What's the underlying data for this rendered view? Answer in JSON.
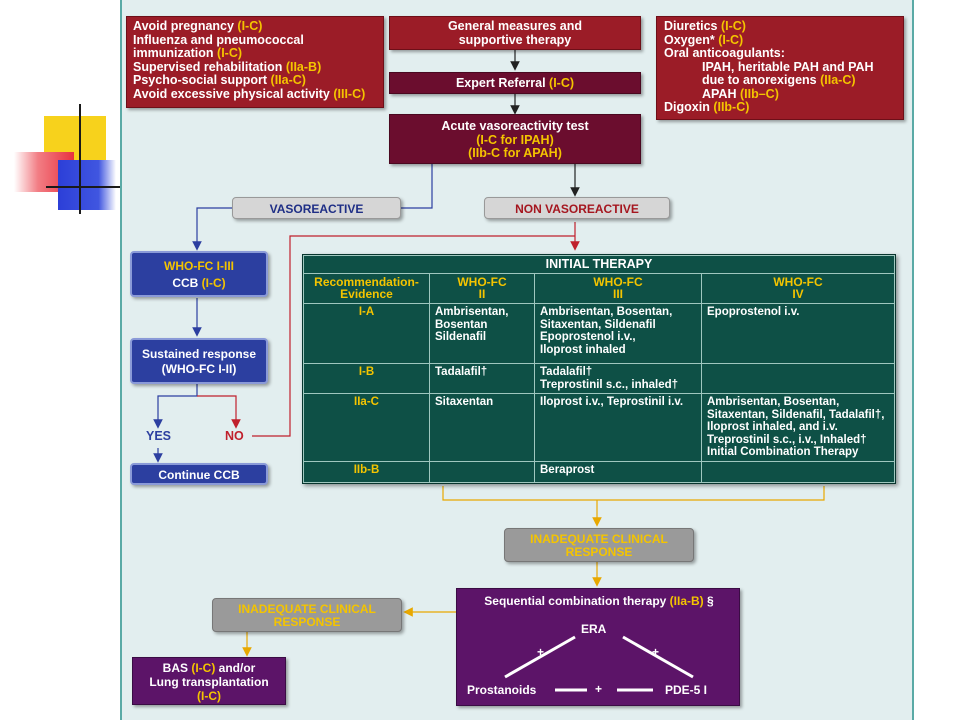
{
  "left_box": {
    "lines": [
      {
        "text": "Avoid pregnancy ",
        "level": "(I-C)"
      },
      {
        "text": "Influenza and pneumococcal",
        "level": ""
      },
      {
        "text": "immunization ",
        "level": "(I-C)"
      },
      {
        "text": "Supervised rehabilitation ",
        "level": "(IIa-B)"
      },
      {
        "text": "Psycho-social support ",
        "level": "(IIa-C)"
      },
      {
        "text": "Avoid excessive physical activity ",
        "level": "(III-C)"
      }
    ]
  },
  "center_top": {
    "line1": "General measures and",
    "line2": "supportive therapy"
  },
  "right_box": {
    "lines": [
      {
        "text": "Diuretics ",
        "level": "(I-C)"
      },
      {
        "text": "Oxygen* ",
        "level": "(I-C)"
      },
      {
        "text": "Oral anticoagulants:",
        "level": ""
      },
      {
        "text": "IPAH, heritable PAH and PAH",
        "level": ""
      },
      {
        "text": "due to anorexigens ",
        "level": "(IIa-C)"
      },
      {
        "text": "APAH ",
        "level": "(IIb–C)"
      },
      {
        "text": "Digoxin ",
        "level": "(IIb-C)"
      }
    ]
  },
  "expert_referral": {
    "text": "Expert Referral ",
    "level": "(I-C)"
  },
  "vasoreactivity": {
    "line1": "Acute vasoreactivity test",
    "line2": "(I-C for IPAH)",
    "line3": "(IIb-C for APAH)"
  },
  "vasoreactive_label": "VASOREACTIVE",
  "nonvasoreactive_label": "NON VASOREACTIVE",
  "ccb_box": {
    "line1": "WHO-FC I-III",
    "line2_text": "CCB ",
    "line2_level": "(I-C)"
  },
  "sustained_box": {
    "line1": "Sustained response",
    "line2": "(WHO-FC I-II)"
  },
  "yes_label": "YES",
  "no_label": "NO",
  "continue_ccb": "Continue CCB",
  "initial_therapy": {
    "title": "INITIAL THERAPY",
    "headers": [
      "Recommendation-\nEvidence",
      "WHO-FC\nII",
      "WHO-FC\nIII",
      "WHO-FC\nIV"
    ],
    "rows": [
      {
        "rec": "I-A",
        "fc2": [
          "Ambrisentan,",
          "Bosentan",
          "Sildenafil"
        ],
        "fc3": [
          "Ambrisentan, Bosentan,",
          "Sitaxentan, Sildenafil",
          "Epoprostenol i.v.,",
          "Iloprost inhaled"
        ],
        "fc4": [
          "Epoprostenol i.v."
        ]
      },
      {
        "rec": "I-B",
        "fc2": [
          "Tadalafil†"
        ],
        "fc3": [
          "Tadalafil†",
          "Treprostinil s.c., inhaled†"
        ],
        "fc4": []
      },
      {
        "rec": "IIa-C",
        "fc2": [
          "Sitaxentan"
        ],
        "fc3": [
          "Iloprost i.v., Teprostinil i.v."
        ],
        "fc4": [
          "Ambrisentan, Bosentan,",
          "Sitaxentan, Sildenafil, Tadalafil†,",
          "Iloprost inhaled, and i.v.",
          "Treprostinil s.c., i.v., Inhaled†",
          "Initial Combination Therapy"
        ]
      },
      {
        "rec": "IIb-B",
        "fc2": [],
        "fc3": [
          "Beraprost"
        ],
        "fc4": []
      }
    ]
  },
  "inadequate_1": {
    "line1": "INADEQUATE CLINICAL",
    "line2": "RESPONSE"
  },
  "inadequate_2": {
    "line1": "INADEQUATE CLINICAL",
    "line2": "RESPONSE"
  },
  "sequential": {
    "text": "Sequential combination therapy ",
    "level": "(IIa-B)",
    "suffix": " §",
    "era": "ERA",
    "prostanoids": "Prostanoids",
    "pde5": "PDE-5 I",
    "plus": "+"
  },
  "bas_box": {
    "line1_text": "BAS ",
    "line1_level": "(I-C)",
    "line1_suffix": " and/or",
    "line2": "Lung transplantation",
    "line3": "(I-C)"
  },
  "colors": {
    "red": "#9b1c27",
    "maroon": "#6b0d2e",
    "blue": "#2c3fa0",
    "teal": "#0e5046",
    "purple": "#5c1468",
    "yellow": "#f4c400",
    "panel": "#e2eeef"
  }
}
